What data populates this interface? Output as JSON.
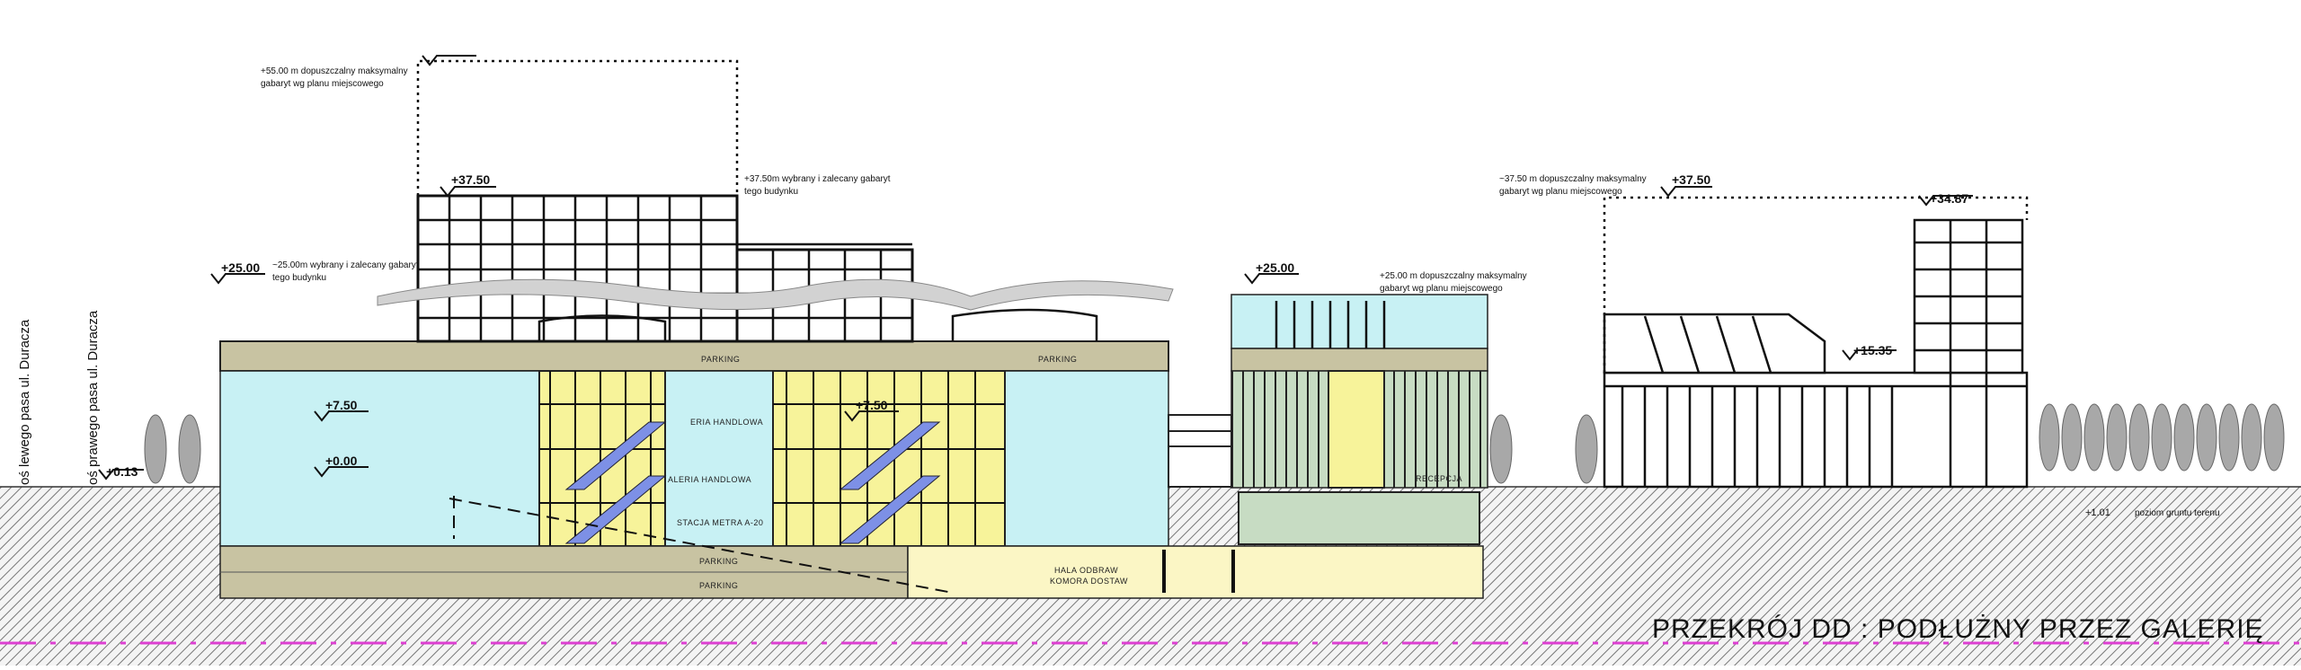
{
  "title": "PRZEKRÓJ  DD : PODŁUŻNY PRZEZ GALERIĘ",
  "streets": {
    "left_lane": "oś lewego pasa  ul. Duracza",
    "right_lane": "oś prawego pasa  ul. Duracza"
  },
  "levels": {
    "street": "+0.13",
    "plus_55": "",
    "main_3750": "+37.50",
    "left_25": "+25.00",
    "p750": "+7.50",
    "p000": "+0.00",
    "mid_750": "+7.50",
    "east_25": "+25.00",
    "right_3750": "+37.50",
    "right_3487": "+34.87",
    "right_1535": "+15.35",
    "ground_right": "+1.01"
  },
  "notes": {
    "max55_line1": "+55.00 m dopuszczalny maksymalny",
    "max55_line2": "gabaryt wg planu miejscowego",
    "chosen3750_line1": "+37.50m wybrany i zalecany gabaryt",
    "chosen3750_line2": "tego budynku",
    "chosen25_line1": "~25.00m wybrany i zalecany gabaryt",
    "chosen25_line2": "tego budynku",
    "max25_line1": "+25.00 m dopuszczalny maksymalny",
    "max25_line2": "gabaryt wg planu miejscowego",
    "max3750_line1": "~37.50 m dopuszczalny maksymalny",
    "max3750_line2": "gabaryt wg planu miejscowego",
    "ground_right": "poziom gruntu terenu"
  },
  "rooms": {
    "parking_roof_a": "PARKING",
    "parking_roof_b": "PARKING",
    "hall_upper": "ERIA HANDLOWA",
    "hall_lower": "ALERIA HANDLOWA",
    "metro": "STACJA METRA A-20",
    "parking_low_a": "PARKING",
    "parking_low_b": "PARKING",
    "delivery_1": "HALA ODBRAW",
    "delivery_2": "KOMORA DOSTAW",
    "reception": "RECEPCJA"
  },
  "colors": {
    "cyan": "#c8f1f4",
    "yellow": "#f7f39a",
    "khaki": "#c8c3a2",
    "cream": "#fbf6c5",
    "sage": "#c7dcc3",
    "escalator": "#7d90e6",
    "magenta": "#dd3fd2",
    "tree": "#a8a8a8"
  }
}
